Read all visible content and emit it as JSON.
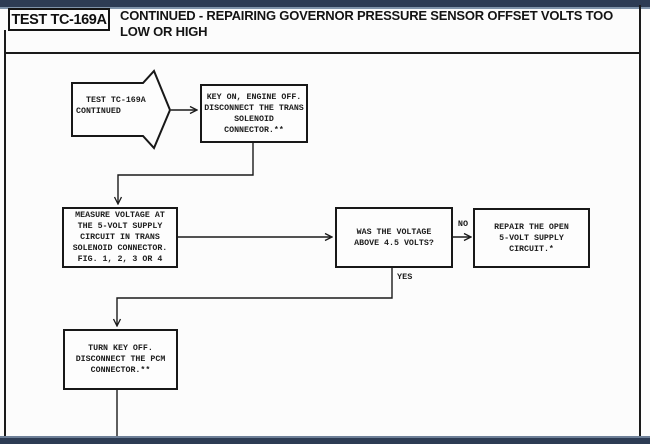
{
  "header": {
    "test_id": "TEST TC-169A",
    "title_lines": [
      "CONTINUED - REPAIRING GOVERNOR PRESSURE SENSOR OFFSET VOLTS TOO",
      "LOW OR HIGH"
    ]
  },
  "flowchart": {
    "start_arrow": {
      "lines": [
        "TEST TC-169A",
        "CONTINUED"
      ]
    },
    "boxes": {
      "key_on": {
        "lines": [
          "KEY ON, ENGINE OFF.",
          "DISCONNECT THE TRANS",
          "SOLENOID",
          "CONNECTOR.**"
        ]
      },
      "measure": {
        "lines": [
          "MEASURE VOLTAGE AT",
          "THE 5-VOLT SUPPLY",
          "CIRCUIT IN TRANS",
          "SOLENOID CONNECTOR.",
          "FIG. 1, 2, 3 OR 4"
        ]
      },
      "was_voltage": {
        "lines": [
          "WAS THE VOLTAGE",
          "ABOVE 4.5 VOLTS?"
        ]
      },
      "repair": {
        "lines": [
          "REPAIR THE OPEN",
          "5-VOLT SUPPLY",
          "CIRCUIT.*"
        ]
      },
      "turn_key": {
        "lines": [
          "TURN KEY OFF.",
          "DISCONNECT THE PCM",
          "CONNECTOR.**"
        ]
      }
    },
    "labels": {
      "no": "NO",
      "yes": "YES"
    }
  },
  "colors": {
    "window_bar": "#2d3c54",
    "bar_highlight": "#8094aa",
    "line": "#1a1a1a",
    "paper": "#fcfcfc"
  }
}
